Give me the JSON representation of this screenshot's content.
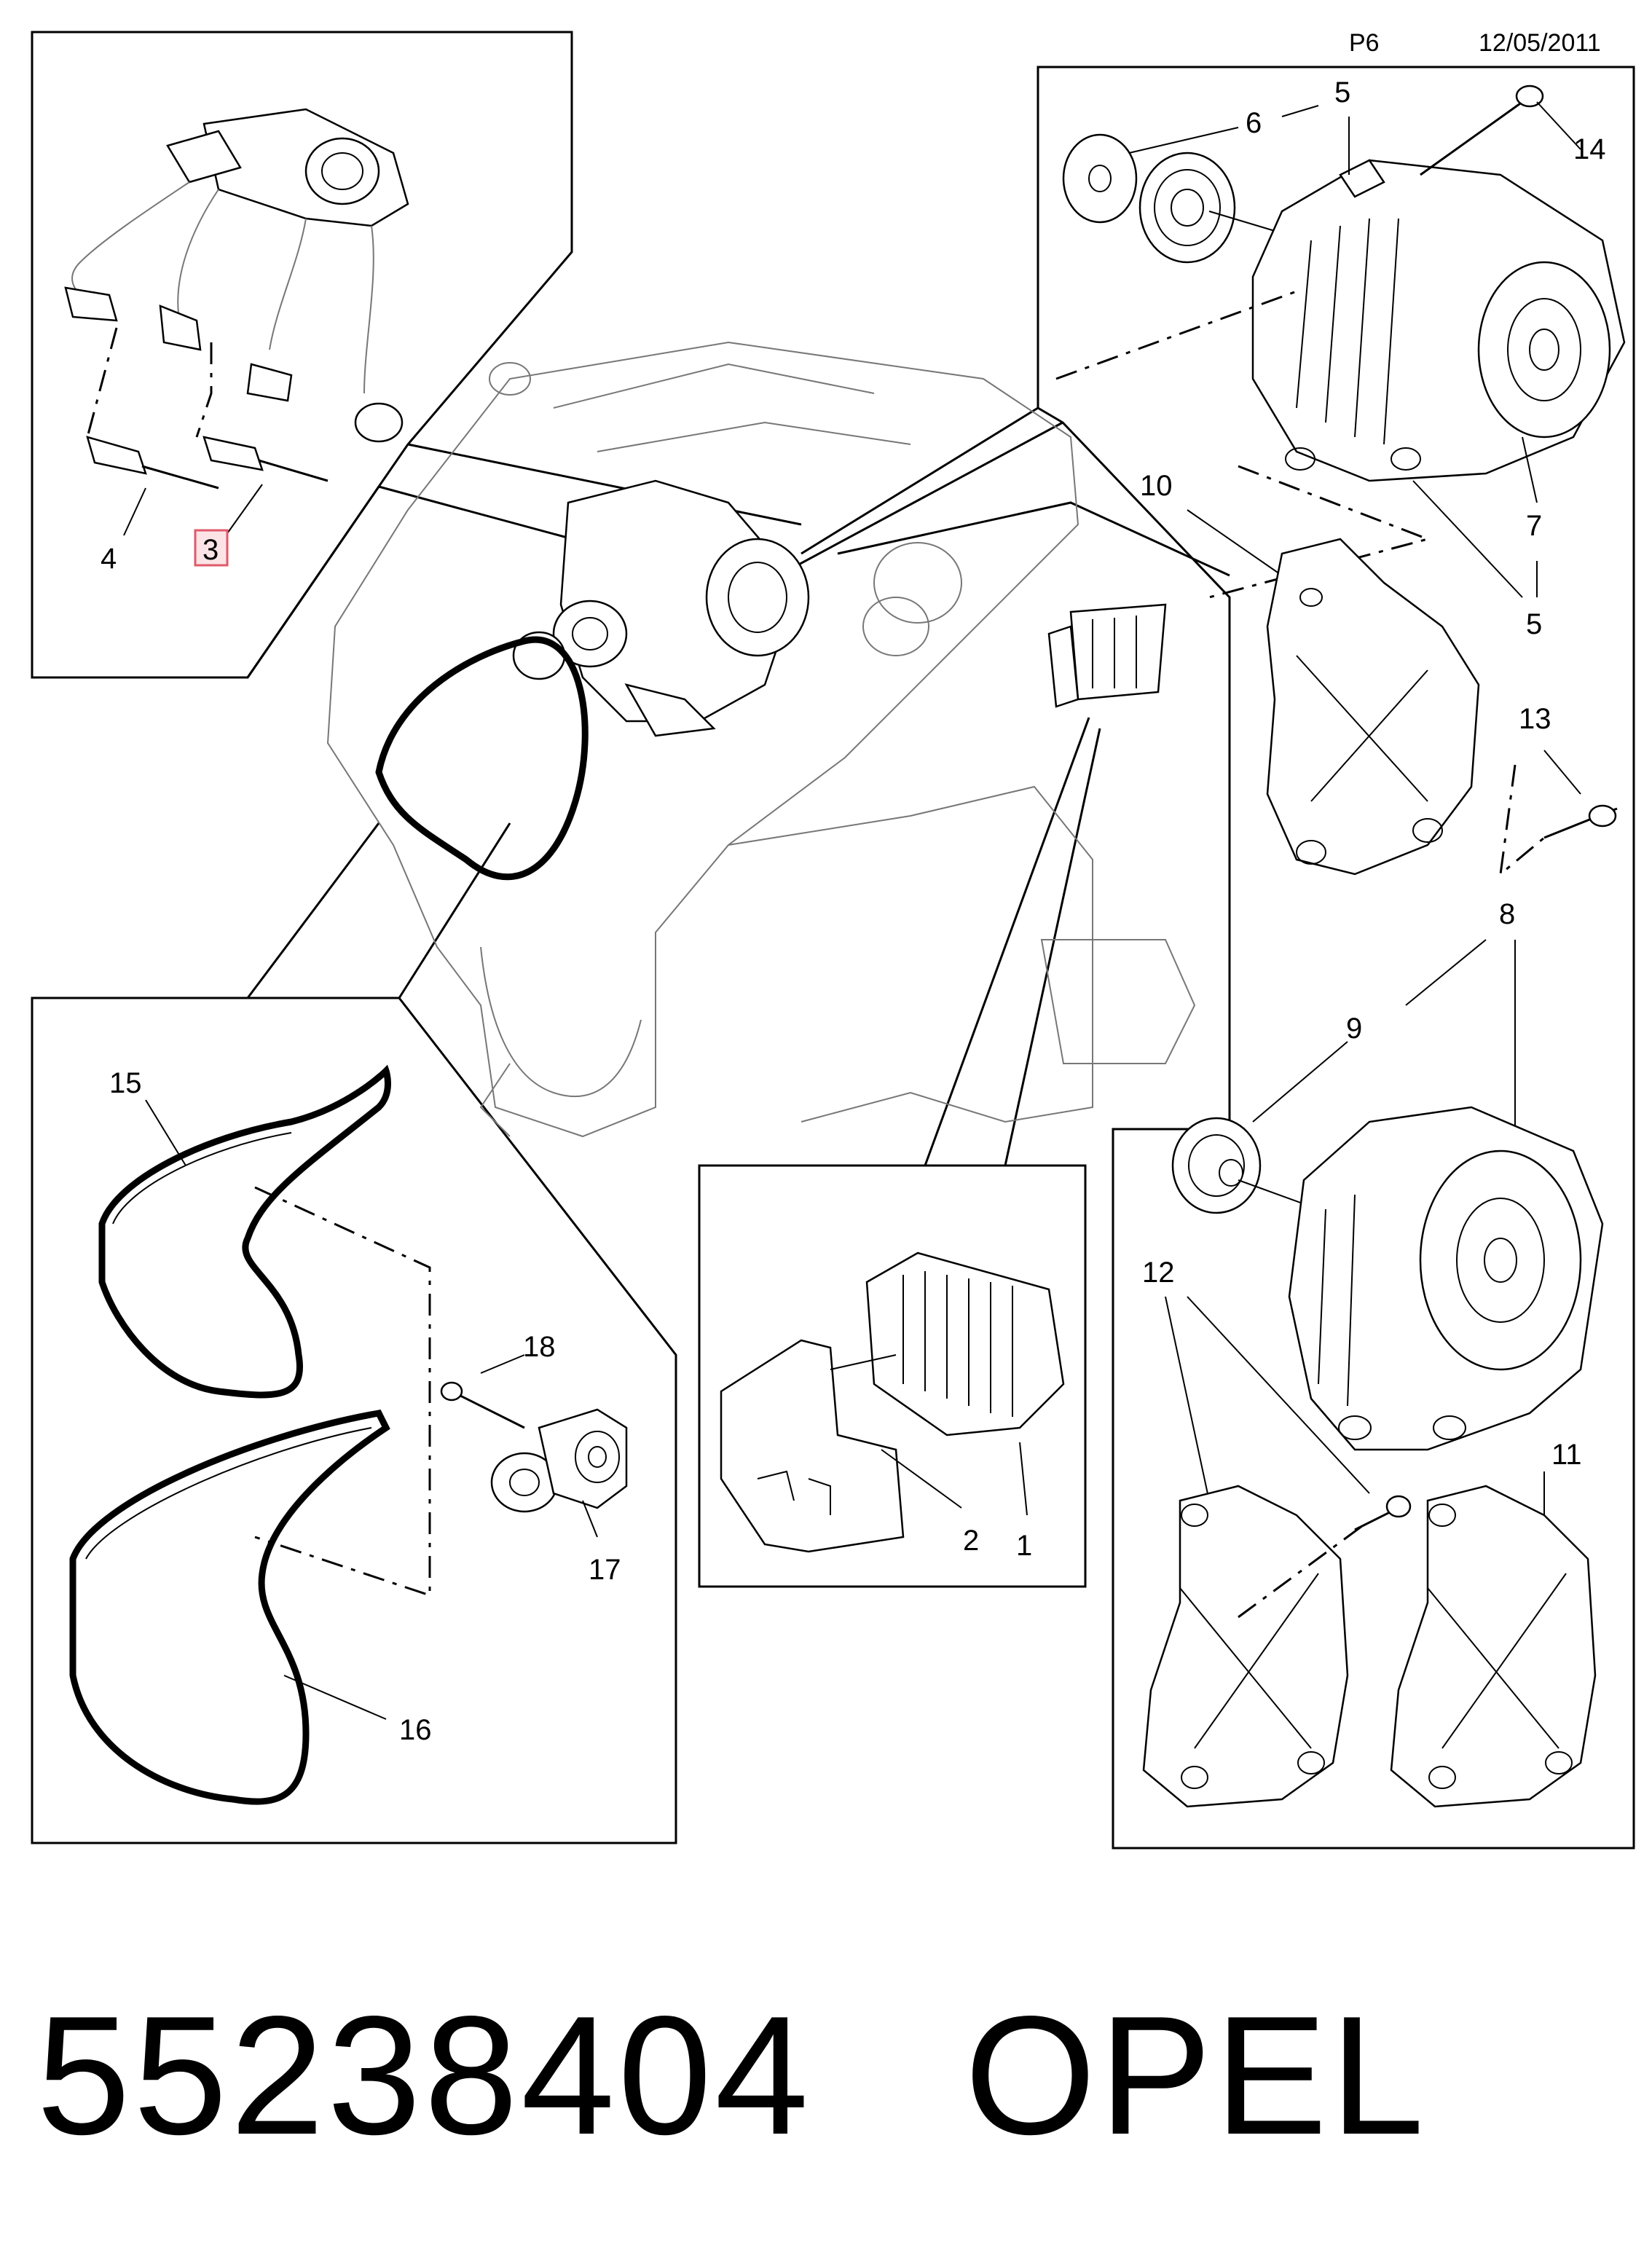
{
  "header": {
    "page": "P6",
    "date": "12/05/2011"
  },
  "callouts": {
    "c1": "1",
    "c2": "2",
    "c3": "3",
    "c4": "4",
    "c5a": "5",
    "c5b": "5",
    "c6": "6",
    "c7": "7",
    "c8": "8",
    "c9": "9",
    "c10": "10",
    "c11": "11",
    "c12": "12",
    "c13": "13",
    "c14": "14",
    "c15": "15",
    "c16": "16",
    "c17": "17",
    "c18": "18"
  },
  "highlight": {
    "part": "3",
    "color": "#e05a6a"
  },
  "footer": {
    "part_number": "55238404",
    "brand": "OPEL"
  }
}
